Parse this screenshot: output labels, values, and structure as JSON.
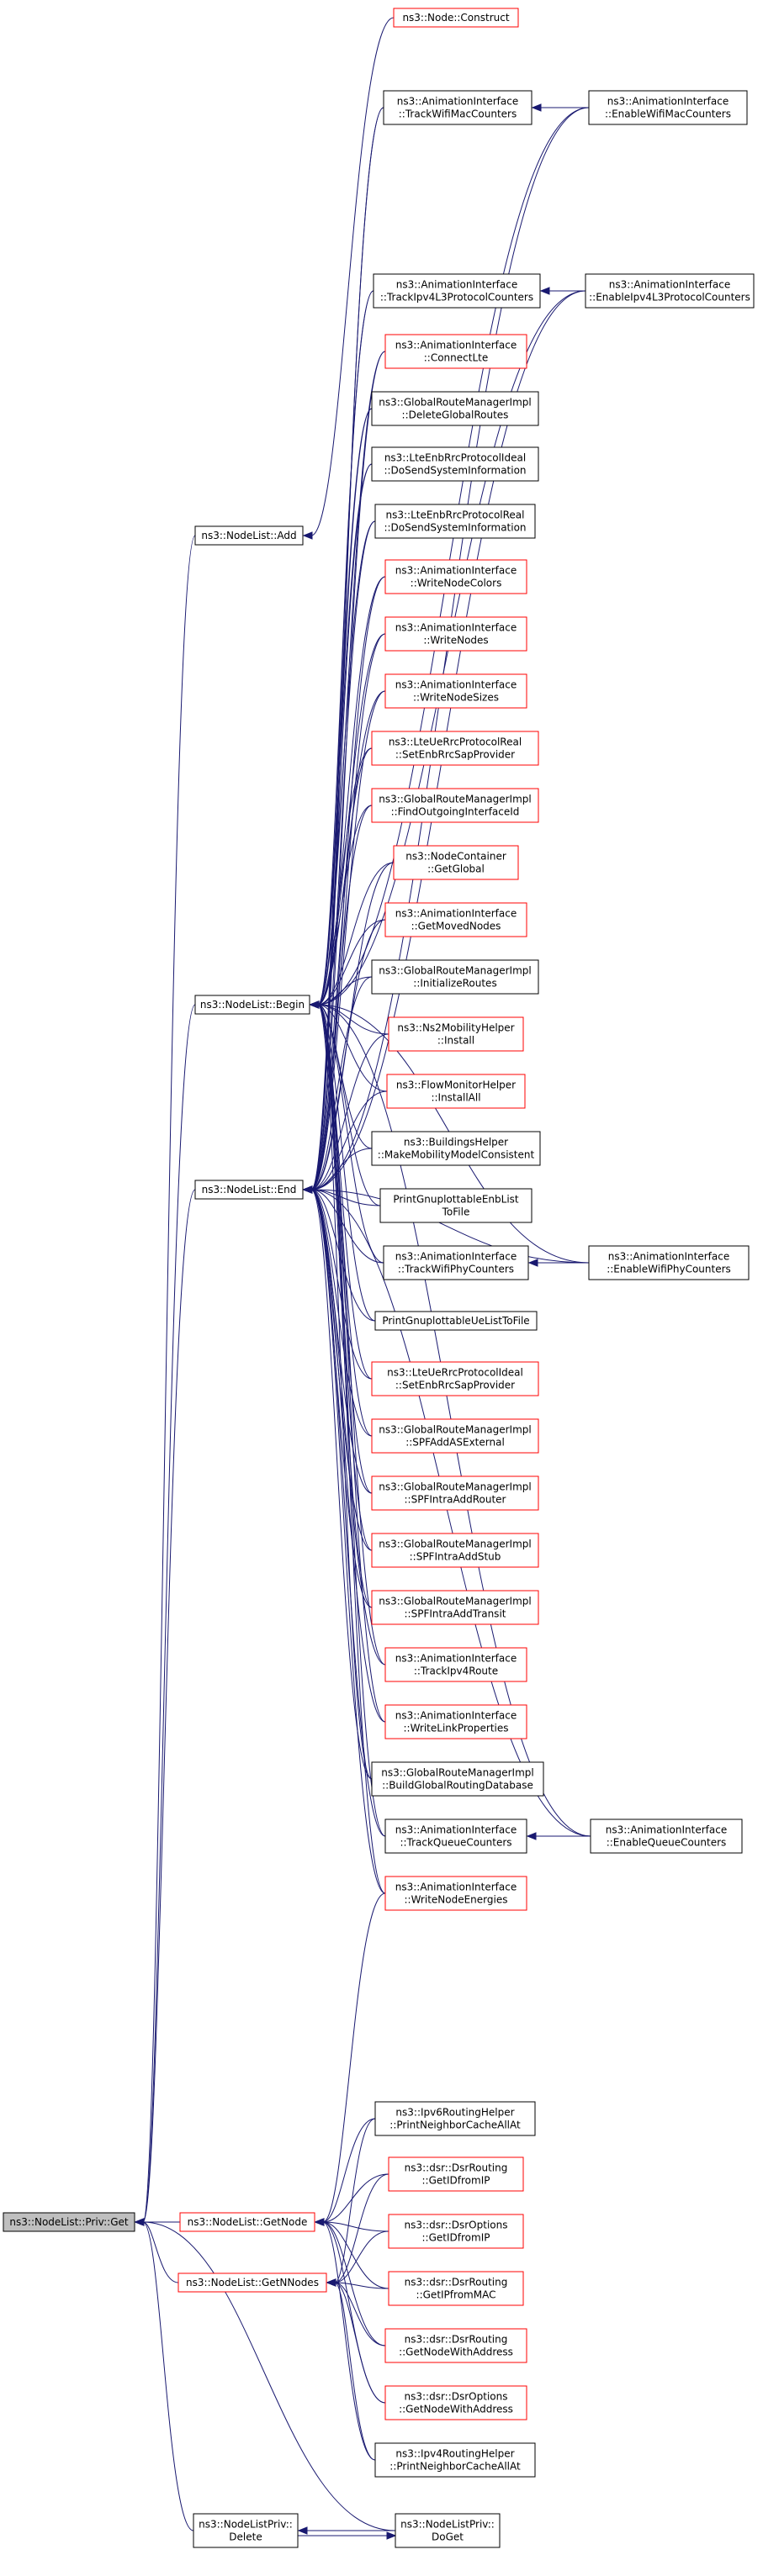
{
  "colors": {
    "edge": "#191970",
    "highlight_fill": "#bfbfbf",
    "red_border": "#ff0000",
    "black_border": "#000000",
    "text": "#000000"
  },
  "nodes": [
    {
      "id": "get",
      "lines": [
        "ns3::NodeList::Priv::Get"
      ],
      "border": "black",
      "highlight": true,
      "interactable": false
    },
    {
      "id": "add",
      "lines": [
        "ns3::NodeList::Add"
      ],
      "border": "black"
    },
    {
      "id": "begin",
      "lines": [
        "ns3::NodeList::Begin"
      ],
      "border": "black"
    },
    {
      "id": "end",
      "lines": [
        "ns3::NodeList::End"
      ],
      "border": "black"
    },
    {
      "id": "getnode",
      "lines": [
        "ns3::NodeList::GetNode"
      ],
      "border": "red"
    },
    {
      "id": "getnnodes",
      "lines": [
        "ns3::NodeList::GetNNodes"
      ],
      "border": "red"
    },
    {
      "id": "delete",
      "lines": [
        "ns3::NodeListPriv::",
        "Delete"
      ],
      "border": "black"
    },
    {
      "id": "construct",
      "lines": [
        "ns3::Node::Construct"
      ],
      "border": "red"
    },
    {
      "id": "trackwifimac",
      "lines": [
        "ns3::AnimationInterface",
        "::TrackWifiMacCounters"
      ],
      "border": "black"
    },
    {
      "id": "trackipv4l3",
      "lines": [
        "ns3::AnimationInterface",
        "::TrackIpv4L3ProtocolCounters"
      ],
      "border": "black"
    },
    {
      "id": "connectlte",
      "lines": [
        "ns3::AnimationInterface",
        "::ConnectLte"
      ],
      "border": "red"
    },
    {
      "id": "deleteglobalroutes",
      "lines": [
        "ns3::GlobalRouteManagerImpl",
        "::DeleteGlobalRoutes"
      ],
      "border": "black"
    },
    {
      "id": "ideal_dosend",
      "lines": [
        "ns3::LteEnbRrcProtocolIdeal",
        "::DoSendSystemInformation"
      ],
      "border": "black"
    },
    {
      "id": "real_dosend",
      "lines": [
        "ns3::LteEnbRrcProtocolReal",
        "::DoSendSystemInformation"
      ],
      "border": "black"
    },
    {
      "id": "writenodecolors",
      "lines": [
        "ns3::AnimationInterface",
        "::WriteNodeColors"
      ],
      "border": "red"
    },
    {
      "id": "writenodes",
      "lines": [
        "ns3::AnimationInterface",
        "::WriteNodes"
      ],
      "border": "red"
    },
    {
      "id": "writenodesizes",
      "lines": [
        "ns3::AnimationInterface",
        "::WriteNodeSizes"
      ],
      "border": "red"
    },
    {
      "id": "ue_setenbrrc",
      "lines": [
        "ns3::LteUeRrcProtocolReal",
        "::SetEnbRrcSapProvider"
      ],
      "border": "red"
    },
    {
      "id": "findoutgoing",
      "lines": [
        "ns3::GlobalRouteManagerImpl",
        "::FindOutgoingInterfaceId"
      ],
      "border": "red"
    },
    {
      "id": "nodecontainer",
      "lines": [
        "ns3::NodeContainer",
        "::GetGlobal"
      ],
      "border": "red"
    },
    {
      "id": "getmovednodes",
      "lines": [
        "ns3::AnimationInterface",
        "::GetMovedNodes"
      ],
      "border": "red"
    },
    {
      "id": "initializeroutes",
      "lines": [
        "ns3::GlobalRouteManagerImpl",
        "::InitializeRoutes"
      ],
      "border": "black"
    },
    {
      "id": "ns2install",
      "lines": [
        "ns3::Ns2MobilityHelper",
        "::Install"
      ],
      "border": "red"
    },
    {
      "id": "flowinstall",
      "lines": [
        "ns3::FlowMonitorHelper",
        "::InstallAll"
      ],
      "border": "red"
    },
    {
      "id": "buildings",
      "lines": [
        "ns3::BuildingsHelper",
        "::MakeMobilityModelConsistent"
      ],
      "border": "black"
    },
    {
      "id": "enblist",
      "lines": [
        "PrintGnuplottableEnbList",
        "ToFile"
      ],
      "border": "black"
    },
    {
      "id": "trackwifiphy",
      "lines": [
        "ns3::AnimationInterface",
        "::TrackWifiPhyCounters"
      ],
      "border": "black"
    },
    {
      "id": "uelist",
      "lines": [
        "PrintGnuplottableUeListToFile"
      ],
      "border": "black"
    },
    {
      "id": "ideal_setenbrrc",
      "lines": [
        "ns3::LteUeRrcProtocolIdeal",
        "::SetEnbRrcSapProvider"
      ],
      "border": "red"
    },
    {
      "id": "spfaddas",
      "lines": [
        "ns3::GlobalRouteManagerImpl",
        "::SPFAddASExternal"
      ],
      "border": "red"
    },
    {
      "id": "spfintrarouter",
      "lines": [
        "ns3::GlobalRouteManagerImpl",
        "::SPFIntraAddRouter"
      ],
      "border": "red"
    },
    {
      "id": "spfintrastub",
      "lines": [
        "ns3::GlobalRouteManagerImpl",
        "::SPFIntraAddStub"
      ],
      "border": "red"
    },
    {
      "id": "spfintratransit",
      "lines": [
        "ns3::GlobalRouteManagerImpl",
        "::SPFIntraAddTransit"
      ],
      "border": "red"
    },
    {
      "id": "trackipv4route",
      "lines": [
        "ns3::AnimationInterface",
        "::TrackIpv4Route"
      ],
      "border": "red"
    },
    {
      "id": "writelinkprops",
      "lines": [
        "ns3::AnimationInterface",
        "::WriteLinkProperties"
      ],
      "border": "red"
    },
    {
      "id": "buildglobal",
      "lines": [
        "ns3::GlobalRouteManagerImpl",
        "::BuildGlobalRoutingDatabase"
      ],
      "border": "black"
    },
    {
      "id": "trackqueue",
      "lines": [
        "ns3::AnimationInterface",
        "::TrackQueueCounters"
      ],
      "border": "black"
    },
    {
      "id": "writenodeenergies",
      "lines": [
        "ns3::AnimationInterface",
        "::WriteNodeEnergies"
      ],
      "border": "red"
    },
    {
      "id": "ipv6print",
      "lines": [
        "ns3::Ipv6RoutingHelper",
        "::PrintNeighborCacheAllAt"
      ],
      "border": "black"
    },
    {
      "id": "dsr_getidfromip",
      "lines": [
        "ns3::dsr::DsrRouting",
        "::GetIDfromIP"
      ],
      "border": "red"
    },
    {
      "id": "dsropt_getidfromip",
      "lines": [
        "ns3::dsr::DsrOptions",
        "::GetIDfromIP"
      ],
      "border": "red"
    },
    {
      "id": "dsr_getipfrommac",
      "lines": [
        "ns3::dsr::DsrRouting",
        "::GetIPfromMAC"
      ],
      "border": "red"
    },
    {
      "id": "dsr_getnodewithaddr",
      "lines": [
        "ns3::dsr::DsrRouting",
        "::GetNodeWithAddress"
      ],
      "border": "red"
    },
    {
      "id": "dsropt_getnodewithaddr",
      "lines": [
        "ns3::dsr::DsrOptions",
        "::GetNodeWithAddress"
      ],
      "border": "red"
    },
    {
      "id": "ipv4print",
      "lines": [
        "ns3::Ipv4RoutingHelper",
        "::PrintNeighborCacheAllAt"
      ],
      "border": "black"
    },
    {
      "id": "doget",
      "lines": [
        "ns3::NodeListPriv::",
        "DoGet"
      ],
      "border": "black"
    },
    {
      "id": "enablewifimac",
      "lines": [
        "ns3::AnimationInterface",
        "::EnableWifiMacCounters"
      ],
      "border": "black"
    },
    {
      "id": "enableipv4l3",
      "lines": [
        "ns3::AnimationInterface",
        "::EnableIpv4L3ProtocolCounters"
      ],
      "border": "black"
    },
    {
      "id": "enablewifiphy",
      "lines": [
        "ns3::AnimationInterface",
        "::EnableWifiPhyCounters"
      ],
      "border": "black"
    },
    {
      "id": "enablequeue",
      "lines": [
        "ns3::AnimationInterface",
        "::EnableQueueCounters"
      ],
      "border": "black"
    }
  ],
  "edges": [
    [
      "add",
      "get"
    ],
    [
      "begin",
      "get"
    ],
    [
      "end",
      "get"
    ],
    [
      "getnode",
      "get"
    ],
    [
      "getnnodes",
      "get"
    ],
    [
      "delete",
      "get"
    ],
    [
      "doget",
      "get"
    ],
    [
      "construct",
      "add"
    ],
    [
      "trackwifimac",
      "begin"
    ],
    [
      "trackipv4l3",
      "begin"
    ],
    [
      "connectlte",
      "begin"
    ],
    [
      "deleteglobalroutes",
      "begin"
    ],
    [
      "ideal_dosend",
      "begin"
    ],
    [
      "real_dosend",
      "begin"
    ],
    [
      "writenodecolors",
      "begin"
    ],
    [
      "writenodes",
      "begin"
    ],
    [
      "writenodesizes",
      "begin"
    ],
    [
      "ue_setenbrrc",
      "begin"
    ],
    [
      "findoutgoing",
      "begin"
    ],
    [
      "nodecontainer",
      "begin"
    ],
    [
      "getmovednodes",
      "begin"
    ],
    [
      "initializeroutes",
      "begin"
    ],
    [
      "ns2install",
      "begin"
    ],
    [
      "flowinstall",
      "begin"
    ],
    [
      "buildings",
      "begin"
    ],
    [
      "enblist",
      "begin"
    ],
    [
      "trackwifiphy",
      "begin"
    ],
    [
      "uelist",
      "begin"
    ],
    [
      "ideal_setenbrrc",
      "begin"
    ],
    [
      "spfaddas",
      "begin"
    ],
    [
      "spfintrarouter",
      "begin"
    ],
    [
      "spfintrastub",
      "begin"
    ],
    [
      "spfintratransit",
      "begin"
    ],
    [
      "trackipv4route",
      "begin"
    ],
    [
      "writelinkprops",
      "begin"
    ],
    [
      "buildglobal",
      "begin"
    ],
    [
      "trackqueue",
      "begin"
    ],
    [
      "writenodeenergies",
      "begin"
    ],
    [
      "enablewifimac",
      "begin"
    ],
    [
      "enableipv4l3",
      "begin"
    ],
    [
      "enablewifiphy",
      "begin"
    ],
    [
      "enablequeue",
      "begin"
    ],
    [
      "trackwifimac",
      "end"
    ],
    [
      "trackipv4l3",
      "end"
    ],
    [
      "connectlte",
      "end"
    ],
    [
      "deleteglobalroutes",
      "end"
    ],
    [
      "ideal_dosend",
      "end"
    ],
    [
      "real_dosend",
      "end"
    ],
    [
      "writenodecolors",
      "end"
    ],
    [
      "writenodes",
      "end"
    ],
    [
      "writenodesizes",
      "end"
    ],
    [
      "ue_setenbrrc",
      "end"
    ],
    [
      "findoutgoing",
      "end"
    ],
    [
      "nodecontainer",
      "end"
    ],
    [
      "getmovednodes",
      "end"
    ],
    [
      "initializeroutes",
      "end"
    ],
    [
      "ns2install",
      "end"
    ],
    [
      "flowinstall",
      "end"
    ],
    [
      "buildings",
      "end"
    ],
    [
      "enblist",
      "end"
    ],
    [
      "trackwifiphy",
      "end"
    ],
    [
      "uelist",
      "end"
    ],
    [
      "ideal_setenbrrc",
      "end"
    ],
    [
      "spfaddas",
      "end"
    ],
    [
      "spfintrarouter",
      "end"
    ],
    [
      "spfintrastub",
      "end"
    ],
    [
      "spfintratransit",
      "end"
    ],
    [
      "trackipv4route",
      "end"
    ],
    [
      "writelinkprops",
      "end"
    ],
    [
      "buildglobal",
      "end"
    ],
    [
      "trackqueue",
      "end"
    ],
    [
      "writenodeenergies",
      "end"
    ],
    [
      "enablewifimac",
      "end"
    ],
    [
      "enableipv4l3",
      "end"
    ],
    [
      "enablewifiphy",
      "end"
    ],
    [
      "enablequeue",
      "end"
    ],
    [
      "enablewifimac",
      "trackwifimac"
    ],
    [
      "enableipv4l3",
      "trackipv4l3"
    ],
    [
      "enablewifiphy",
      "trackwifiphy"
    ],
    [
      "enablequeue",
      "trackqueue"
    ],
    [
      "writenodeenergies",
      "getnode"
    ],
    [
      "ipv6print",
      "getnode"
    ],
    [
      "dsr_getidfromip",
      "getnode"
    ],
    [
      "dsropt_getidfromip",
      "getnode"
    ],
    [
      "dsr_getipfrommac",
      "getnode"
    ],
    [
      "dsr_getnodewithaddr",
      "getnode"
    ],
    [
      "dsropt_getnodewithaddr",
      "getnode"
    ],
    [
      "ipv4print",
      "getnode"
    ],
    [
      "ipv6print",
      "getnnodes"
    ],
    [
      "dsr_getidfromip",
      "getnnodes"
    ],
    [
      "dsropt_getidfromip",
      "getnnodes"
    ],
    [
      "dsr_getipfrommac",
      "getnnodes"
    ],
    [
      "dsr_getnodewithaddr",
      "getnnodes"
    ],
    [
      "dsropt_getnodewithaddr",
      "getnnodes"
    ],
    [
      "ipv4print",
      "getnnodes"
    ],
    [
      "delete",
      "doget"
    ],
    [
      "doget",
      "delete"
    ]
  ]
}
